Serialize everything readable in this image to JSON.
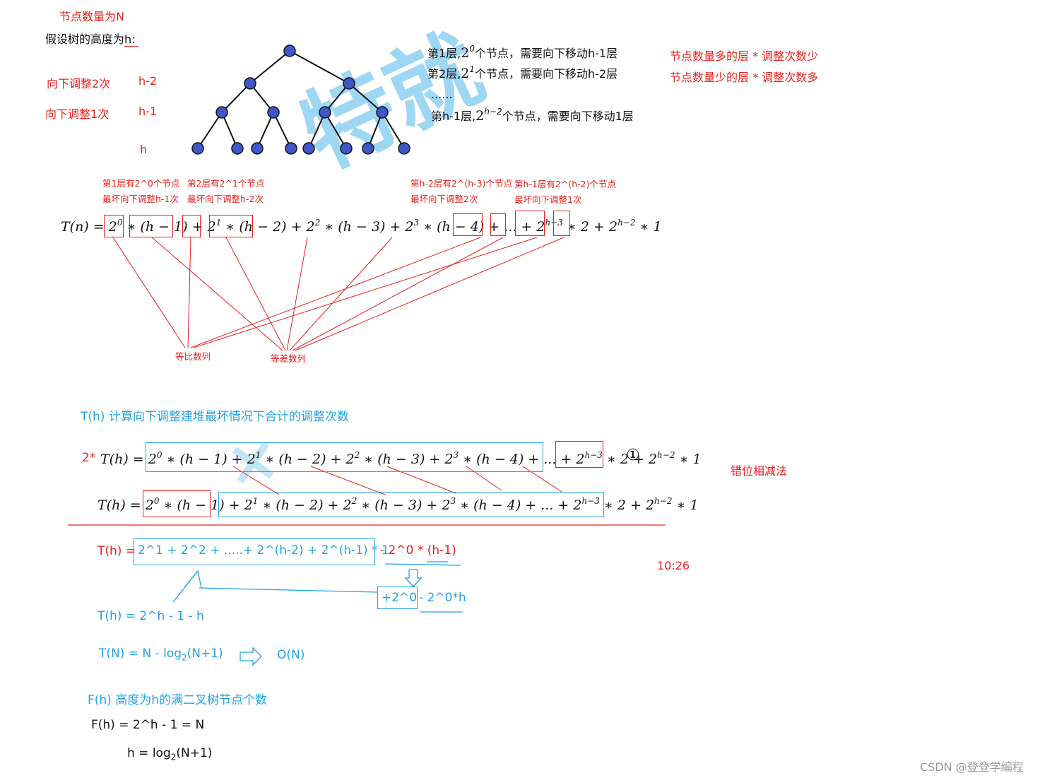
{
  "header": {
    "node_count": "节点数量为N",
    "height_assume": "假设树的高度为h:"
  },
  "left_labels": [
    {
      "text": "向下调整2次",
      "level": "h-2"
    },
    {
      "text": "向下调整1次",
      "level": "h-1"
    },
    {
      "text": "",
      "level": "h"
    }
  ],
  "tree_notes": {
    "l1_pre": "第1层,",
    "l1_base": "2",
    "l1_exp": "0",
    "l1_post": "个节点，需要向下移动h-1层",
    "l2_pre": "第2层,",
    "l2_base": "2",
    "l2_exp": "1",
    "l2_post": "个节点，需要向下移动h-2层",
    "dots": "......",
    "lh_pre": "第h-1层,",
    "lh_base": "2",
    "lh_exp": "h−2",
    "lh_post": "个节点，需要向下移动1层"
  },
  "rule_notes": {
    "more": "节点数量多的层 * 调整次数少",
    "less": "节点数量少的层 * 调整次数多"
  },
  "term_notes": [
    {
      "line1": "第1层有2^0个节点",
      "line2": "最坏向下调整h-1次"
    },
    {
      "line1": "第2层有2^1个节点",
      "line2": "最坏向下调整h-2次"
    },
    {
      "line1": "第h-2层有2^(h-3)个节点",
      "line2": "最坏向下调整2次"
    },
    {
      "line1": "第h-1层有2^(h-2)个节点",
      "line2": "最坏向下调整1次"
    }
  ],
  "formula": {
    "lhs": "T(n) =",
    "seq_labels": {
      "geometric": "等比数列",
      "arithmetic": "等差数列"
    }
  },
  "section_title": "T(h) 计算向下调整建堆最坏情况下合计的调整次数",
  "double_prefix": "2*",
  "circle_one": "①",
  "method": "错位相减法",
  "steps": {
    "th_label": "T(h) =",
    "sum_box": "2^1 + 2^2 + .....+ 2^(h-2)   + 2^(h-1) * 1",
    "minus_term": "- 2^0 * (h-1)",
    "plus_box": "+2^0",
    "minus_h": "- 2^0*h",
    "result_h": "T(h) =   2^h - 1 - h",
    "result_n_pre": "T(N) =   N - log",
    "result_n_sub": "2",
    "result_n_post": "(N+1)",
    "big_o": "O(N)",
    "timestamp": "10:26"
  },
  "fh": {
    "title": "F(h) 高度为h的满二叉树节点个数",
    "eq1": "F(h) = 2^h - 1 = N",
    "eq2_pre": "h = log",
    "eq2_sub": "2",
    "eq2_post": "(N+1)"
  },
  "watermark": {
    "brand": "CSDN @登登学编程"
  },
  "colors": {
    "red": "#e8201a",
    "blue": "#1fa3e6",
    "node": "#3f57c8"
  },
  "icons": {
    "arrow": "hollow-right-arrow-icon",
    "down_arrow": "hollow-down-arrow-icon"
  }
}
